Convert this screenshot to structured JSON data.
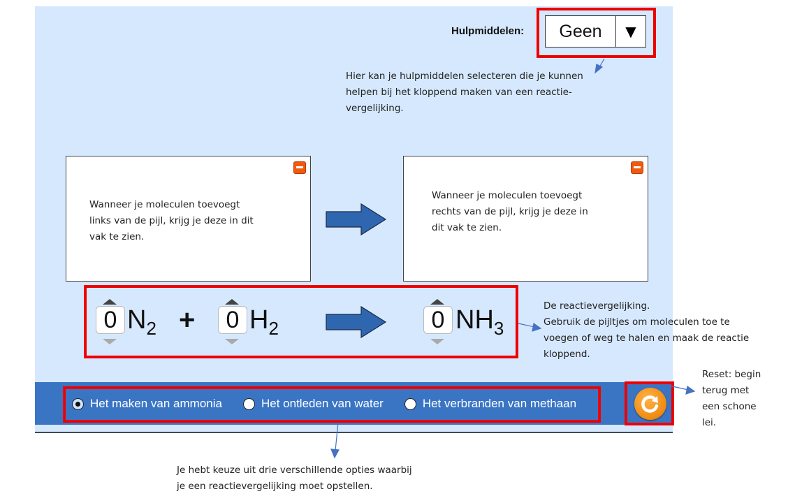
{
  "toolbar": {
    "help_label": "Hulpmiddelen:",
    "help_selected": "Geen",
    "dropdown_arrow": "▼"
  },
  "panels": {
    "left_text_lines": [
      "Wanneer je moleculen toevoegt",
      "links van de pijl, krijg je deze in dit",
      "vak te zien."
    ],
    "right_text_lines": [
      "Wanneer je moleculen toevoegt",
      "rechts van de pijl, krijg je deze in",
      "dit vak te zien."
    ]
  },
  "equation": {
    "reactants": [
      {
        "coefficient": "0",
        "symbol": "N",
        "subscript": "2"
      },
      {
        "coefficient": "0",
        "symbol": "H",
        "subscript": "2"
      }
    ],
    "plus": "+",
    "products": [
      {
        "coefficient": "0",
        "symbol": "NH",
        "subscript": "3"
      }
    ]
  },
  "reactions": {
    "options": [
      {
        "label": "Het maken van ammonia",
        "selected": true
      },
      {
        "label": "Het ontleden van water",
        "selected": false
      },
      {
        "label": "Het verbranden van methaan",
        "selected": false
      }
    ]
  },
  "annotations": {
    "help_lines": [
      "Hier kan je hulpmiddelen selecteren die je kunnen",
      "helpen bij het kloppend maken van een reactie-",
      "vergelijking."
    ],
    "equation_lines": [
      "De reactievergelijking.",
      "Gebruik de pijltjes om moleculen toe te",
      "voegen of weg te halen en maak de reactie",
      "kloppend."
    ],
    "reset_lines": [
      "Reset: begin",
      "terug met",
      "een schone",
      "lei."
    ],
    "options_lines": [
      "Je hebt keuze uit drie verschillende opties waarbij",
      "je een reactievergelijking moet opstellen."
    ]
  },
  "colors": {
    "background": "#d6e8fd",
    "bar": "#3a75c4",
    "highlight": "#ee0000",
    "arrow": "#2f66b0",
    "reset": "#f08a10"
  }
}
